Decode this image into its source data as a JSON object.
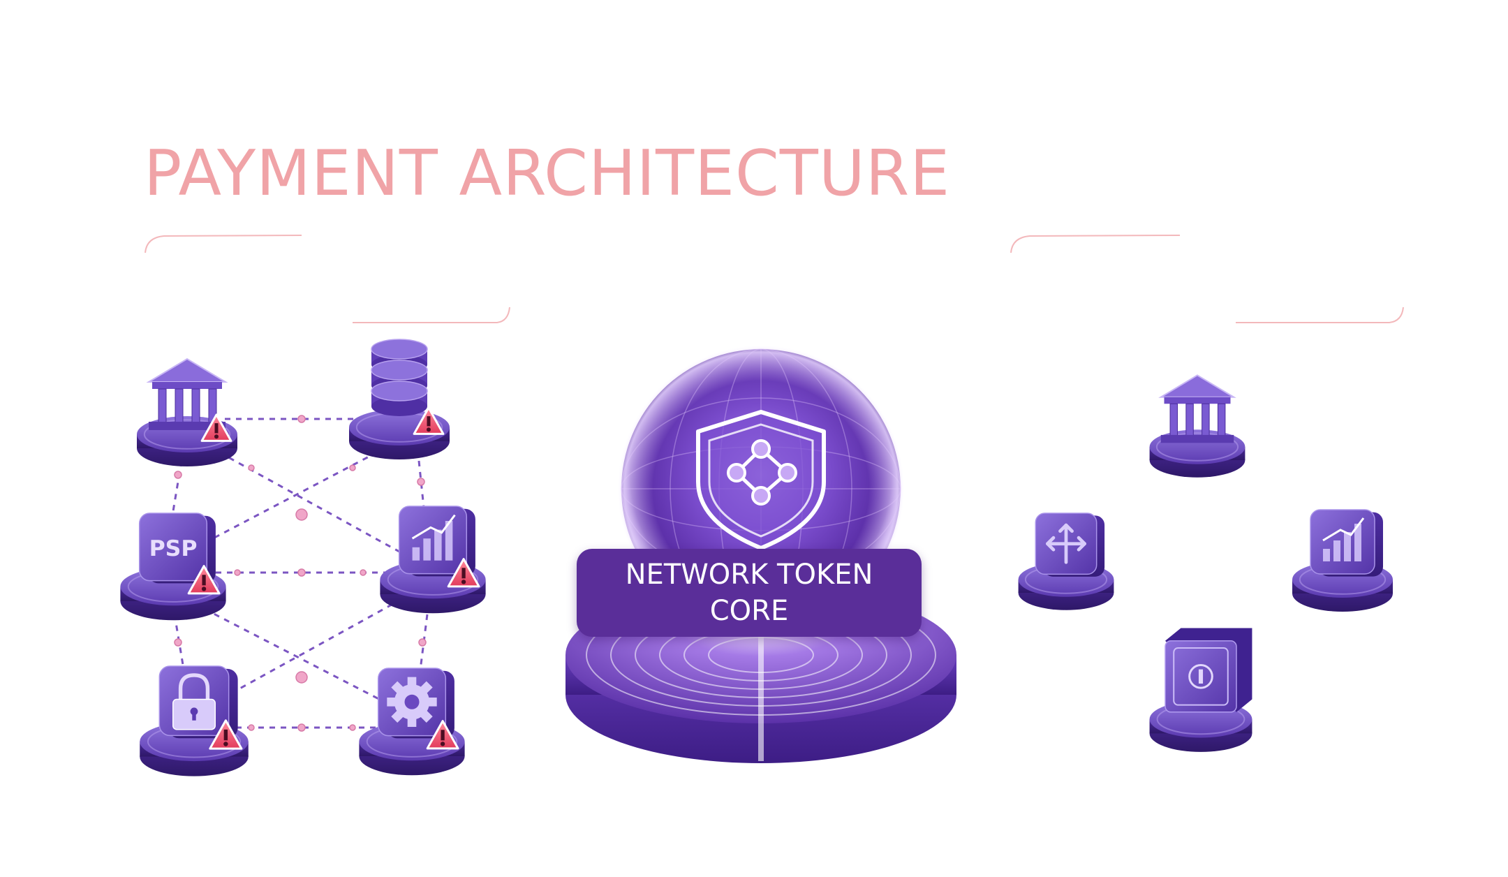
{
  "title": "PAYMENT ARCHITECTURE",
  "core": {
    "label_line1": "NETWORK TOKEN",
    "label_line2": "CORE",
    "icon": "shield-network-icon"
  },
  "left_cluster": {
    "nodes": [
      {
        "icon": "bank-icon",
        "warning": true
      },
      {
        "icon": "database-icon",
        "warning": true
      },
      {
        "icon": "psp-icon",
        "label": "PSP",
        "warning": true
      },
      {
        "icon": "analytics-chart-icon",
        "warning": true
      },
      {
        "icon": "lock-icon",
        "warning": true
      },
      {
        "icon": "gear-icon",
        "warning": true
      }
    ]
  },
  "right_cluster": {
    "nodes": [
      {
        "icon": "bank-icon"
      },
      {
        "icon": "routing-arrows-icon"
      },
      {
        "icon": "analytics-chart-icon"
      },
      {
        "icon": "vault-safe-icon"
      }
    ]
  },
  "colors": {
    "title": "#f0a3a7",
    "accent_purple": "#5a2e99",
    "node_purple": "#6a48c0",
    "warning_red": "#e84a6a",
    "connector": "#7b55c2"
  }
}
